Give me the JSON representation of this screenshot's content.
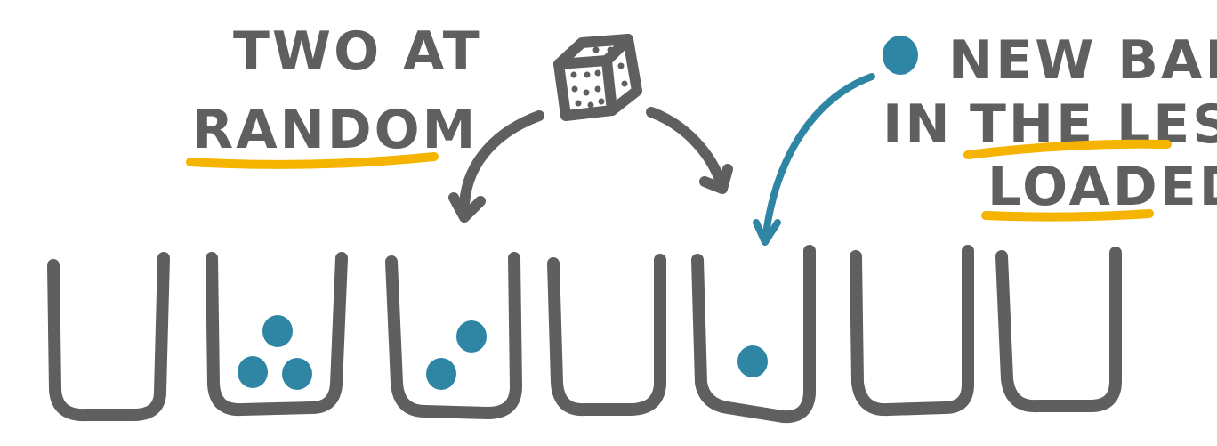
{
  "labels": {
    "two_at": "TWO AT",
    "random": "RANDOM",
    "new_ball": "NEW BALL",
    "in": "IN",
    "the_less": "THE LESS",
    "loaded": "LOADED"
  },
  "colors": {
    "ink": "#5f5f5f",
    "ball": "#2f86a4",
    "highlight": "#f5b400"
  },
  "icons": {
    "die": "die-icon",
    "new_ball": "ball-icon"
  },
  "bins": [
    {
      "balls": 0
    },
    {
      "balls": 3
    },
    {
      "balls": 2
    },
    {
      "balls": 0
    },
    {
      "balls": 1
    },
    {
      "balls": 0
    },
    {
      "balls": 0
    }
  ]
}
